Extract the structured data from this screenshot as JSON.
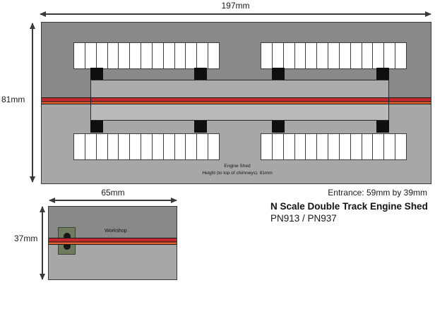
{
  "engine_shed": {
    "width_label": "197mm",
    "height_label": "81mm",
    "caption_line1": "Engine Shed",
    "caption_line2": "Height (to top of chimneys): 81mm",
    "skylight_panes_per_group": 13,
    "skylight_groups": 4,
    "chimney_count": 8
  },
  "workshop": {
    "width_label": "65mm",
    "height_label": "37mm",
    "name_label": "Workshop"
  },
  "info_block": {
    "entrance": "Entrance: 59mm by 39mm",
    "product_title": "N Scale Double Track Engine Shed",
    "product_codes": "PN913 / PN937"
  },
  "colors": {
    "roof_dark": "#898989",
    "roof_light": "#a7a7a7",
    "shed_top": "#ababab",
    "shed_bottom": "#bababa",
    "track_red": "#c1272d",
    "track_orange": "#e8602c",
    "chimney": "#0f0f0f",
    "workshop_green": "#6f7b5e",
    "outline": "#383838"
  }
}
